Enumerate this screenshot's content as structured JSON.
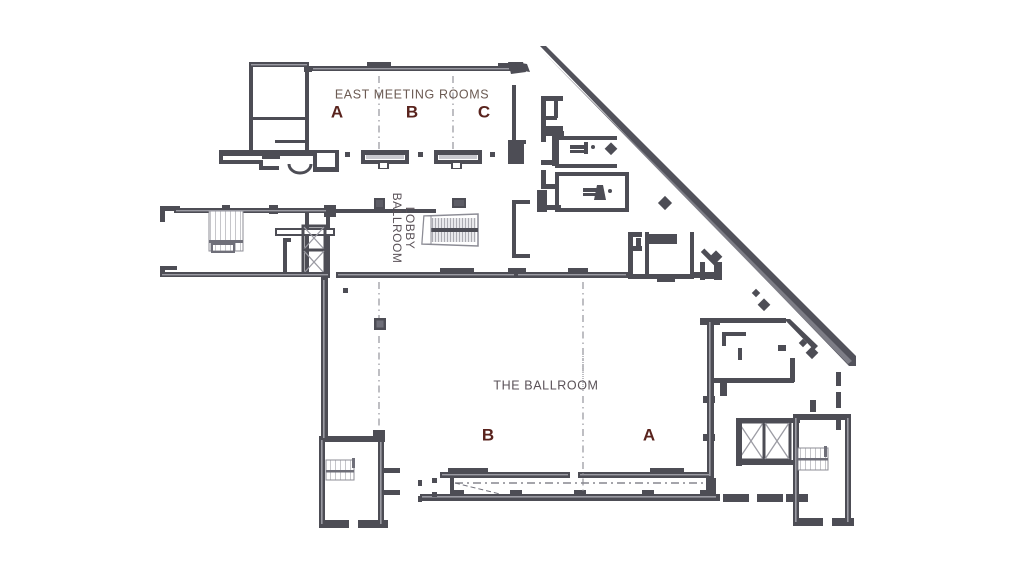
{
  "plan": {
    "title_east_meeting_rooms": "EAST MEETING ROOMS",
    "title_ballroom": "THE BALLROOM",
    "label_ballroom_lobby_line1": "BALLROOM",
    "label_ballroom_lobby_line2": "LOBBY",
    "east_meeting_rooms": [
      {
        "label": "A"
      },
      {
        "label": "B"
      },
      {
        "label": "C"
      }
    ],
    "ballroom_sections": [
      {
        "label": "B"
      },
      {
        "label": "A"
      }
    ],
    "colors": {
      "wall_dark": "#4d4d55",
      "wall_mid": "#62626b",
      "wall_light": "#9b9ba3",
      "background": "#ffffff",
      "label_room": "#5a5258",
      "label_section": "#6b5a52",
      "label_subzone": "#59231d",
      "centerline": "#8a8a92",
      "hatch": "#8c8c95"
    },
    "features": {
      "stairs": "stairs-icon",
      "elevator": "elevator-icon",
      "escalator": "escalator-icon",
      "restroom_mens": "mens-restroom-icon",
      "restroom_womens": "womens-restroom-icon",
      "column": "column-marker",
      "door_swing": "door-swing-icon",
      "centerline": "grid-centerline"
    }
  }
}
